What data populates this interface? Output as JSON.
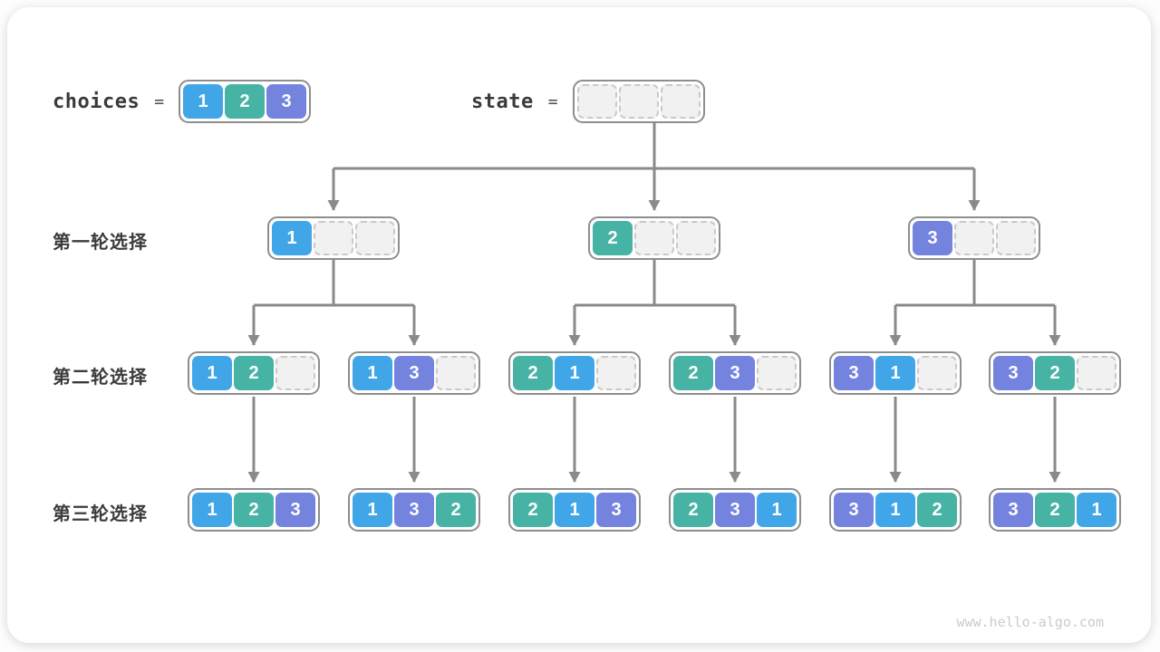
{
  "palette": {
    "blue": "#41a6e8",
    "teal": "#46b3a4",
    "purple": "#7383de",
    "empty_fill": "#f1f1f1",
    "empty_border": "#c9c9c9",
    "container_border": "#8e8e8e",
    "arrow": "#8a8a8a",
    "watermark_color": "#cbcbcb"
  },
  "header": {
    "choices_label": "choices",
    "choices_equals": "=",
    "choices_cells": [
      1,
      2,
      3
    ],
    "state_label": "state",
    "state_equals": "=",
    "state_cells": [
      null,
      null,
      null
    ]
  },
  "rows": [
    {
      "label": "第一轮选择"
    },
    {
      "label": "第二轮选择"
    },
    {
      "label": "第三轮选择"
    }
  ],
  "tree": {
    "level1": [
      [
        1,
        null,
        null
      ],
      [
        2,
        null,
        null
      ],
      [
        3,
        null,
        null
      ]
    ],
    "level2": [
      [
        1,
        2,
        null
      ],
      [
        1,
        3,
        null
      ],
      [
        2,
        1,
        null
      ],
      [
        2,
        3,
        null
      ],
      [
        3,
        1,
        null
      ],
      [
        3,
        2,
        null
      ]
    ],
    "level3": [
      [
        1,
        2,
        3
      ],
      [
        1,
        3,
        2
      ],
      [
        2,
        1,
        3
      ],
      [
        2,
        3,
        1
      ],
      [
        3,
        1,
        2
      ],
      [
        3,
        2,
        1
      ]
    ]
  },
  "watermark": "www.hello-algo.com"
}
